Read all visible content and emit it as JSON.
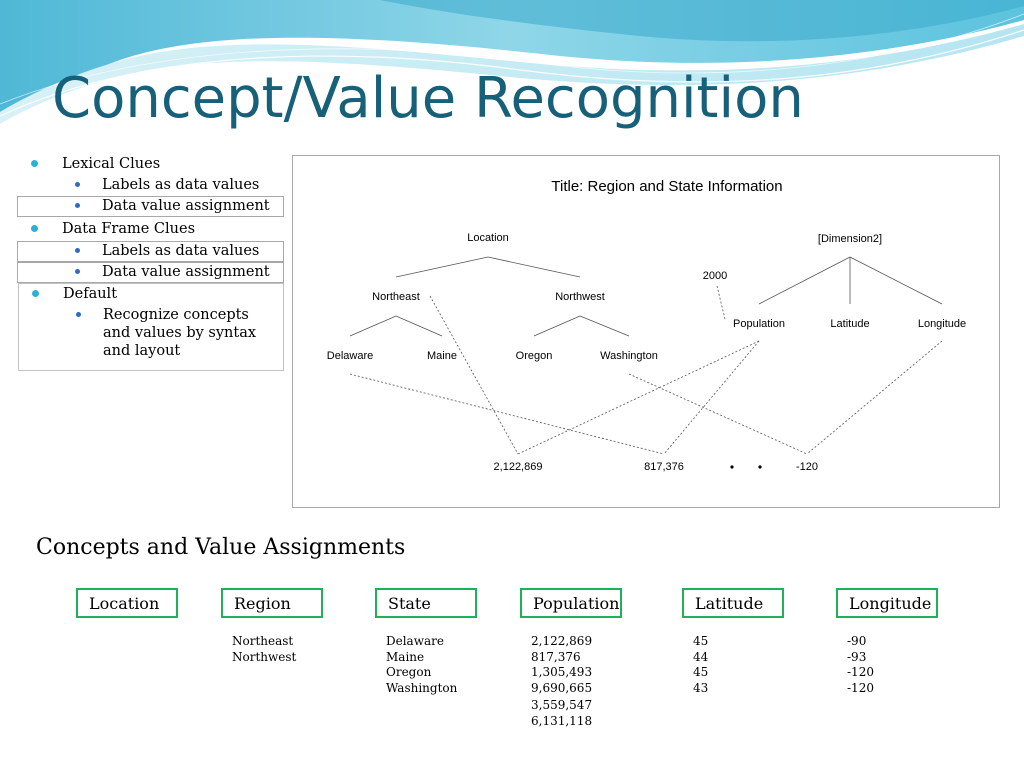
{
  "title": "Concept/Value Recognition",
  "colors": {
    "title": "#176079",
    "bullet_level1": "#2bb0d8",
    "bullet_level2": "#2a6dc2",
    "concept_border": "#1fb15a"
  },
  "bullets": {
    "lexical": {
      "label": "Lexical Clues",
      "items": [
        "Labels as data values",
        "Data value assignment"
      ]
    },
    "frame": {
      "label": "Data Frame Clues",
      "items": [
        "Labels as data values",
        "Data value assignment"
      ]
    },
    "default": {
      "label": "Default",
      "items": [
        "Recognize  concepts and values by syntax and layout"
      ]
    }
  },
  "diagram": {
    "title": "Title: Region and State Information",
    "location": "Location",
    "dimension2": "[Dimension2]",
    "year": "2000",
    "northeast": "Northeast",
    "northwest": "Northwest",
    "delaware": "Delaware",
    "maine": "Maine",
    "oregon": "Oregon",
    "washington": "Washington",
    "population": "Population",
    "latitude": "Latitude",
    "longitude": "Longitude",
    "v1": "2,122,869",
    "v2": "817,376",
    "v3": "-120"
  },
  "section_heading": "Concepts and Value Assignments",
  "concepts": [
    {
      "label": "Location",
      "values": []
    },
    {
      "label": "Region",
      "values": [
        "Northeast",
        "Northwest"
      ]
    },
    {
      "label": "State",
      "values": [
        "Delaware",
        "Maine",
        "Oregon",
        "Washington"
      ]
    },
    {
      "label": "Population",
      "values": [
        "2,122,869",
        "817,376",
        "1,305,493",
        "9,690,665",
        "3,559,547",
        "6,131,118"
      ]
    },
    {
      "label": "Latitude",
      "values": [
        "45",
        "44",
        "45",
        "43"
      ]
    },
    {
      "label": "Longitude",
      "values": [
        "-90",
        "-93",
        "-120",
        "-120"
      ]
    }
  ]
}
